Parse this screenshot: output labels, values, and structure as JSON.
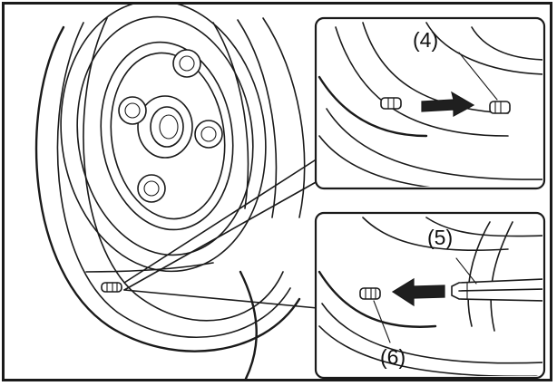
{
  "callouts": {
    "part4": "(4)",
    "part5": "(5)",
    "part6": "(6)"
  },
  "colors": {
    "line": "#1a1a1a",
    "background": "#ffffff",
    "arrow": "#1f1f1f"
  }
}
